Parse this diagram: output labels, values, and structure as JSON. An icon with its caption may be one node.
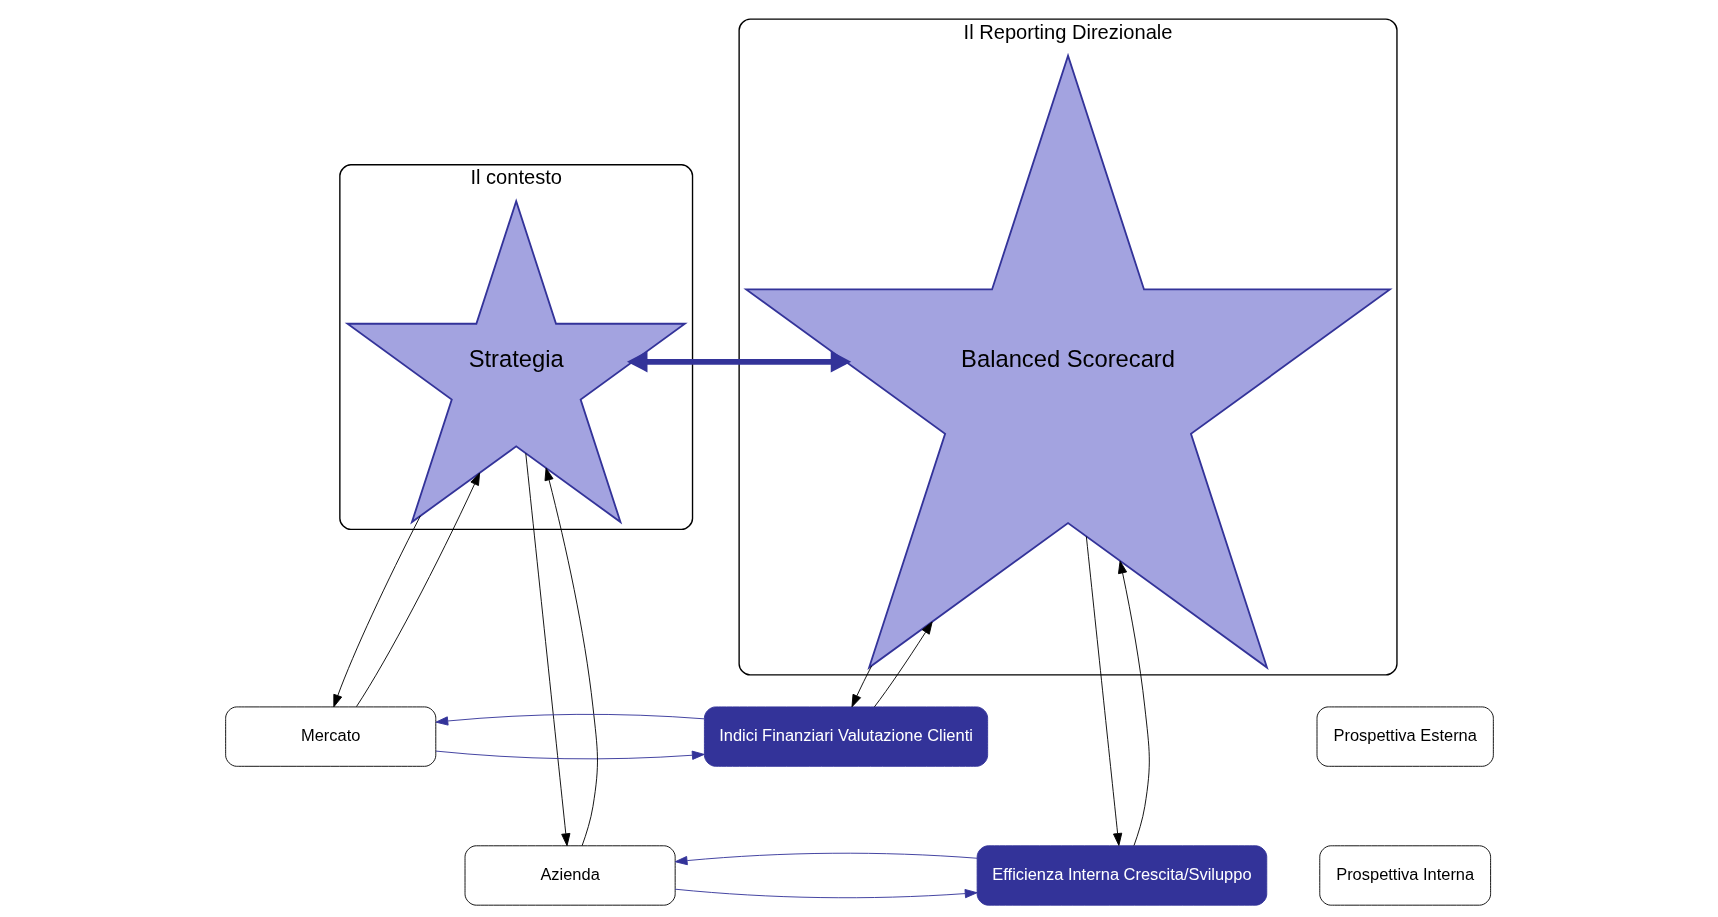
{
  "diagram": {
    "nodes": [
      {
        "text": [
          "Il contesto"
        ]
      },
      {
        "text": [
          "Mercato"
        ]
      },
      {
        "text": [
          "Strategia"
        ],
        "in": 0
      },
      {
        "text": [
          "Azienda"
        ]
      },
      {
        "text": [
          "Il Reporting Direzionale"
        ]
      },
      {
        "text": [
          "Indici Finanziari Valutazione Clienti"
        ]
      },
      {
        "text": [
          "Balanced Scorecard"
        ],
        "in": 4
      },
      {
        "text": [
          "Efficienza Interna Crescita/Sviluppo"
        ]
      },
      {
        "text": [
          "Prospettiva Esterna"
        ]
      },
      {
        "text": [
          "Prospettiva Interna"
        ]
      }
    ],
    "edges": [
      {
        "from": 1,
        "to": 2,
        "arrow": "to"
      },
      {
        "from": 2,
        "to": 1,
        "arrow": "to"
      },
      {
        "from": 2,
        "to": 3,
        "arrow": "to"
      },
      {
        "from": 3,
        "to": 2,
        "arrow": "to"
      },
      {
        "from": 5,
        "to": 6,
        "arrow": "to"
      },
      {
        "from": 6,
        "to": 5,
        "arrow": "to"
      },
      {
        "from": 6,
        "to": 7,
        "arrow": "to"
      },
      {
        "from": 7,
        "to": 6,
        "arrow": "to"
      },
      {
        "from": 1,
        "to": 5,
        "arrow": "to",
        "color": "#333399"
      },
      {
        "from": 5,
        "to": 1,
        "arrow": "to",
        "color": "#333399"
      },
      {
        "from": 2,
        "to": 6,
        "arrow": "to",
        "style": "thick",
        "color": "#333399"
      },
      {
        "from": 6,
        "to": 2,
        "arrow": "to",
        "style": "thick",
        "color": "#333399"
      },
      {
        "from": 3,
        "to": 7,
        "arrow": "to",
        "color": "#333399"
      },
      {
        "from": 7,
        "to": 3,
        "arrow": "to",
        "color": "#333399"
      }
    ]
  }
}
